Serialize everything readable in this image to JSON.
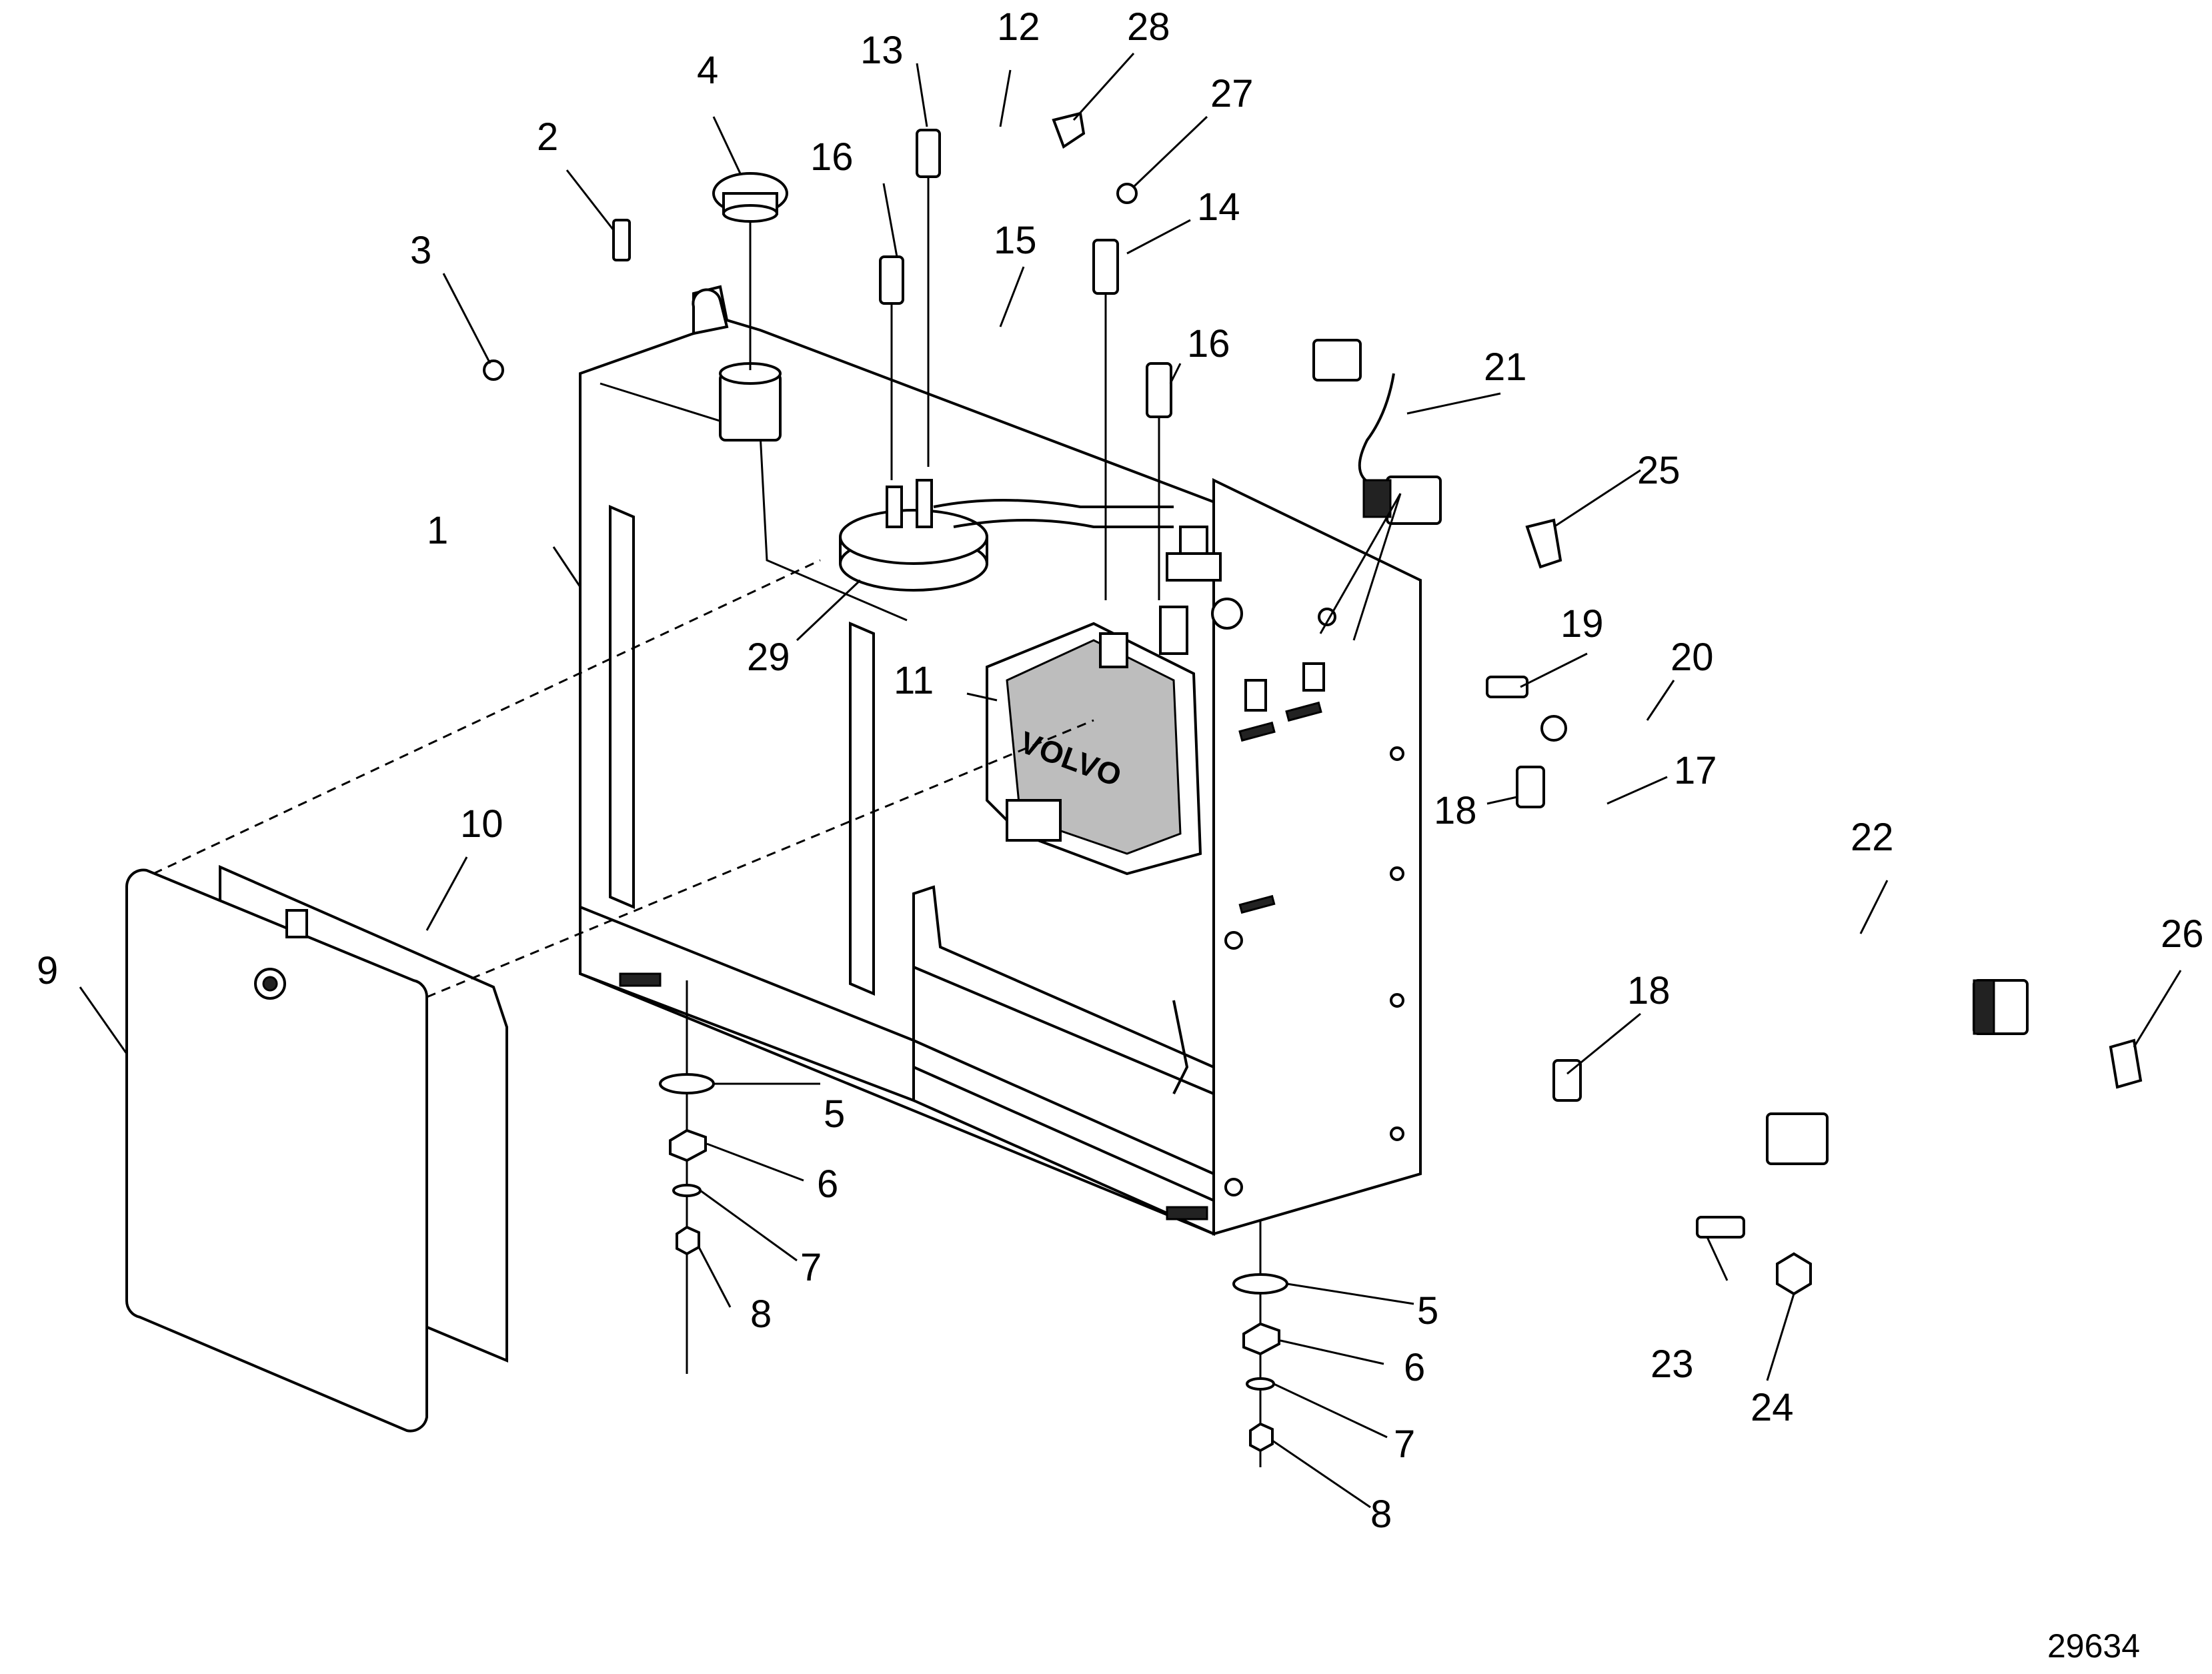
{
  "drawing": {
    "reference_number": "29634",
    "brand_text": "VOLVO"
  },
  "callouts": [
    {
      "id": "c1",
      "label": "1"
    },
    {
      "id": "c2",
      "label": "2"
    },
    {
      "id": "c3",
      "label": "3"
    },
    {
      "id": "c4",
      "label": "4"
    },
    {
      "id": "c5a",
      "label": "5"
    },
    {
      "id": "c5b",
      "label": "5"
    },
    {
      "id": "c6a",
      "label": "6"
    },
    {
      "id": "c6b",
      "label": "6"
    },
    {
      "id": "c7a",
      "label": "7"
    },
    {
      "id": "c7b",
      "label": "7"
    },
    {
      "id": "c8a",
      "label": "8"
    },
    {
      "id": "c8b",
      "label": "8"
    },
    {
      "id": "c9",
      "label": "9"
    },
    {
      "id": "c10",
      "label": "10"
    },
    {
      "id": "c11",
      "label": "11"
    },
    {
      "id": "c12",
      "label": "12"
    },
    {
      "id": "c13",
      "label": "13"
    },
    {
      "id": "c14",
      "label": "14"
    },
    {
      "id": "c15",
      "label": "15"
    },
    {
      "id": "c16a",
      "label": "16"
    },
    {
      "id": "c16b",
      "label": "16"
    },
    {
      "id": "c17",
      "label": "17"
    },
    {
      "id": "c18a",
      "label": "18"
    },
    {
      "id": "c18b",
      "label": "18"
    },
    {
      "id": "c19",
      "label": "19"
    },
    {
      "id": "c20",
      "label": "20"
    },
    {
      "id": "c21",
      "label": "21"
    },
    {
      "id": "c22",
      "label": "22"
    },
    {
      "id": "c23",
      "label": "23"
    },
    {
      "id": "c24",
      "label": "24"
    },
    {
      "id": "c25",
      "label": "25"
    },
    {
      "id": "c26",
      "label": "26"
    },
    {
      "id": "c27",
      "label": "27"
    },
    {
      "id": "c28",
      "label": "28"
    },
    {
      "id": "c29",
      "label": "29"
    }
  ]
}
